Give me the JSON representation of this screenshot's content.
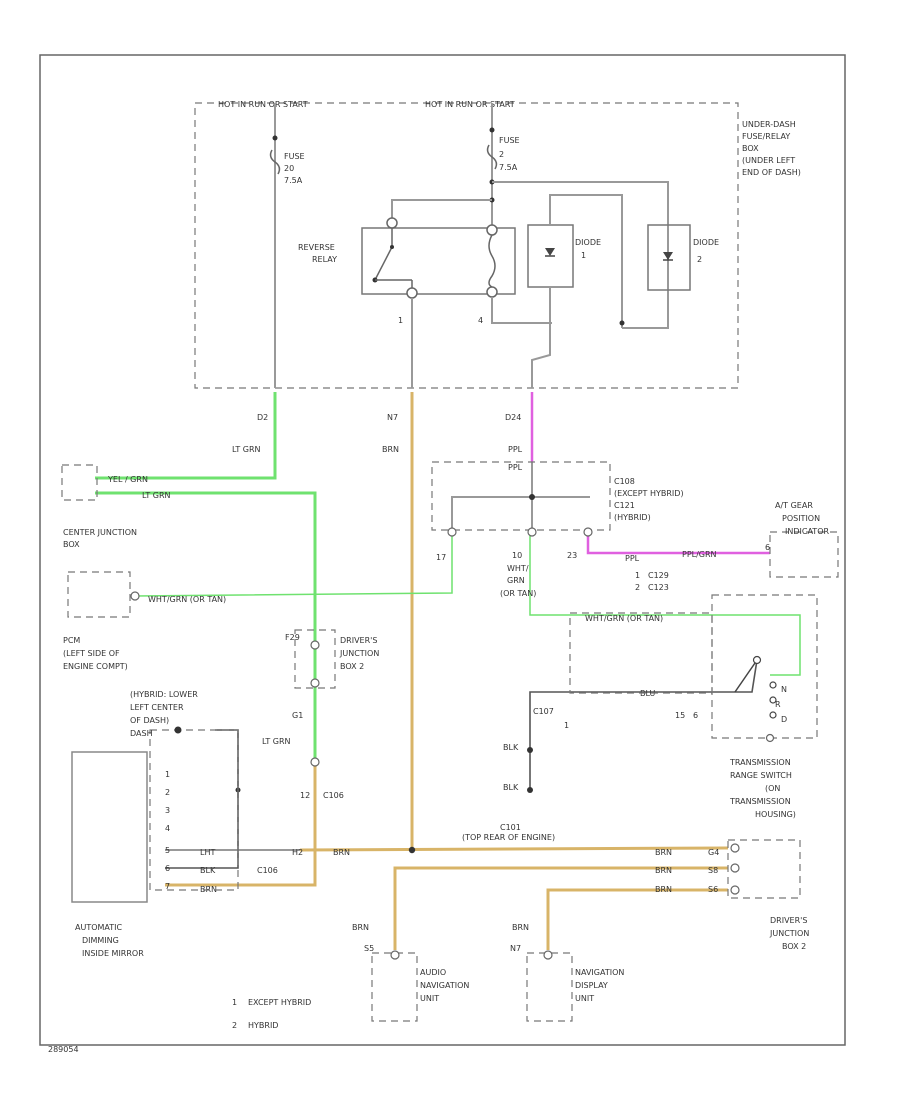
{
  "colors": {
    "green": "#6fe26f",
    "brown": "#d8b468",
    "pink": "#e060e0",
    "gray": "#999999",
    "dark": "#555555"
  },
  "fuse_box": {
    "left_header": "HOT IN RUN OR START",
    "right_header": "HOT IN RUN OR START",
    "name": [
      "UNDER-DASH",
      "FUSE/RELAY",
      "BOX",
      "(UNDER LEFT",
      "END OF DASH)"
    ],
    "fuse_left": [
      "FUSE",
      "20",
      "7.5A"
    ],
    "fuse_right": [
      "FUSE",
      "2",
      "7.5A"
    ],
    "relay": [
      "REVERSE",
      "RELAY"
    ],
    "diode1": [
      "DIODE",
      "1"
    ],
    "diode2": [
      "DIODE",
      "2"
    ],
    "pin_d2": "D2",
    "pin_n7": "N7",
    "pin_d24": "D24",
    "pin_1": "1",
    "pin_4": "4"
  },
  "wire_labels": {
    "lt_grn_1": "LT GRN",
    "brn_1": "BRN",
    "ppl_1": "PPL",
    "ppl_2": "PPL",
    "ppl_3": "PPL",
    "ylt_grn": "YEL / GRN",
    "lt_grn_2": "LT GRN",
    "wht_grn_tan": "WHT/GRN  (OR TAN)",
    "wht_stack": [
      "WHT/",
      "GRN",
      "(OR TAN)"
    ],
    "wht_grn_tan_2": "WHT/GRN  (OR TAN)",
    "ppl_grn": "PPL/GRN",
    "lt_grn_3": "LT GRN",
    "blu": "BLU",
    "blk_1": "BLK",
    "blk_2": "BLK",
    "brn_mirror_1": "BRN",
    "lht_mirror": "LHT",
    "blk_mirror": "BLK",
    "brn_main": "BRN",
    "brn_r1": "BRN",
    "brn_r2": "BRN",
    "brn_r3": "BRN",
    "brn_audio": "BRN",
    "brn_nav": "BRN"
  },
  "connectors": {
    "c108_label": [
      "C108",
      "(EXCEPT HYBRID)",
      "C121",
      "(HYBRID)"
    ],
    "c129_label": [
      "C129",
      "C123"
    ],
    "c107": "C107",
    "c101": [
      "C101",
      "(TOP REAR OF ENGINE)"
    ],
    "c106a": "C106",
    "c106b": "C106",
    "pin_g1": "G1",
    "pin_h2": "H2",
    "pin_12": "12",
    "pin_17": "17",
    "pin_10": "10",
    "pin_23": "23",
    "pin_6": "6",
    "pin_n7b": "N7",
    "pin_f29": "F29",
    "pin_1": "1",
    "pin_1b": "1",
    "pin_2": "2",
    "pin_15": "15",
    "pin_6b": "6",
    "pin_g4": "G4",
    "pin_s8": "S8",
    "pin_s6": "S6",
    "pin_s5": "S5"
  },
  "components": {
    "center_junction": [
      "CENTER JUNCTION",
      "BOX"
    ],
    "pcm": [
      "PCM",
      "(LEFT SIDE OF",
      "ENGINE COMPT)"
    ],
    "drivers_junction_2": [
      "DRIVER'S",
      "JUNCTION",
      "BOX 2"
    ],
    "mirror_location": [
      "(HYBRID: LOWER",
      "LEFT CENTER",
      "OF DASH)",
      "DASH"
    ],
    "mirror": [
      "AUTOMATIC",
      "DIMMING",
      "INSIDE MIRROR"
    ],
    "at_gear": [
      "A/T GEAR",
      "POSITION",
      "INDICATOR"
    ],
    "trans_switch": [
      "TRANSMISSION",
      "RANGE SWITCH",
      "(ON",
      "TRANSMISSION",
      "HOUSING)"
    ],
    "drivers_junction_2b": [
      "DRIVER'S",
      "JUNCTION",
      "BOX 2"
    ],
    "audio": [
      "AUDIO",
      "NAVIGATION",
      "UNIT"
    ],
    "nav": [
      "NAVIGATION",
      "DISPLAY",
      "UNIT"
    ],
    "switch_letters": [
      "N",
      "R",
      "D"
    ],
    "mirror_pins": [
      "1",
      "2",
      "3",
      "4",
      "5",
      "6",
      "7"
    ]
  },
  "legend": [
    {
      "num": "1",
      "text": "EXCEPT HYBRID"
    },
    {
      "num": "2",
      "text": "HYBRID"
    }
  ],
  "footer_code": "289054"
}
